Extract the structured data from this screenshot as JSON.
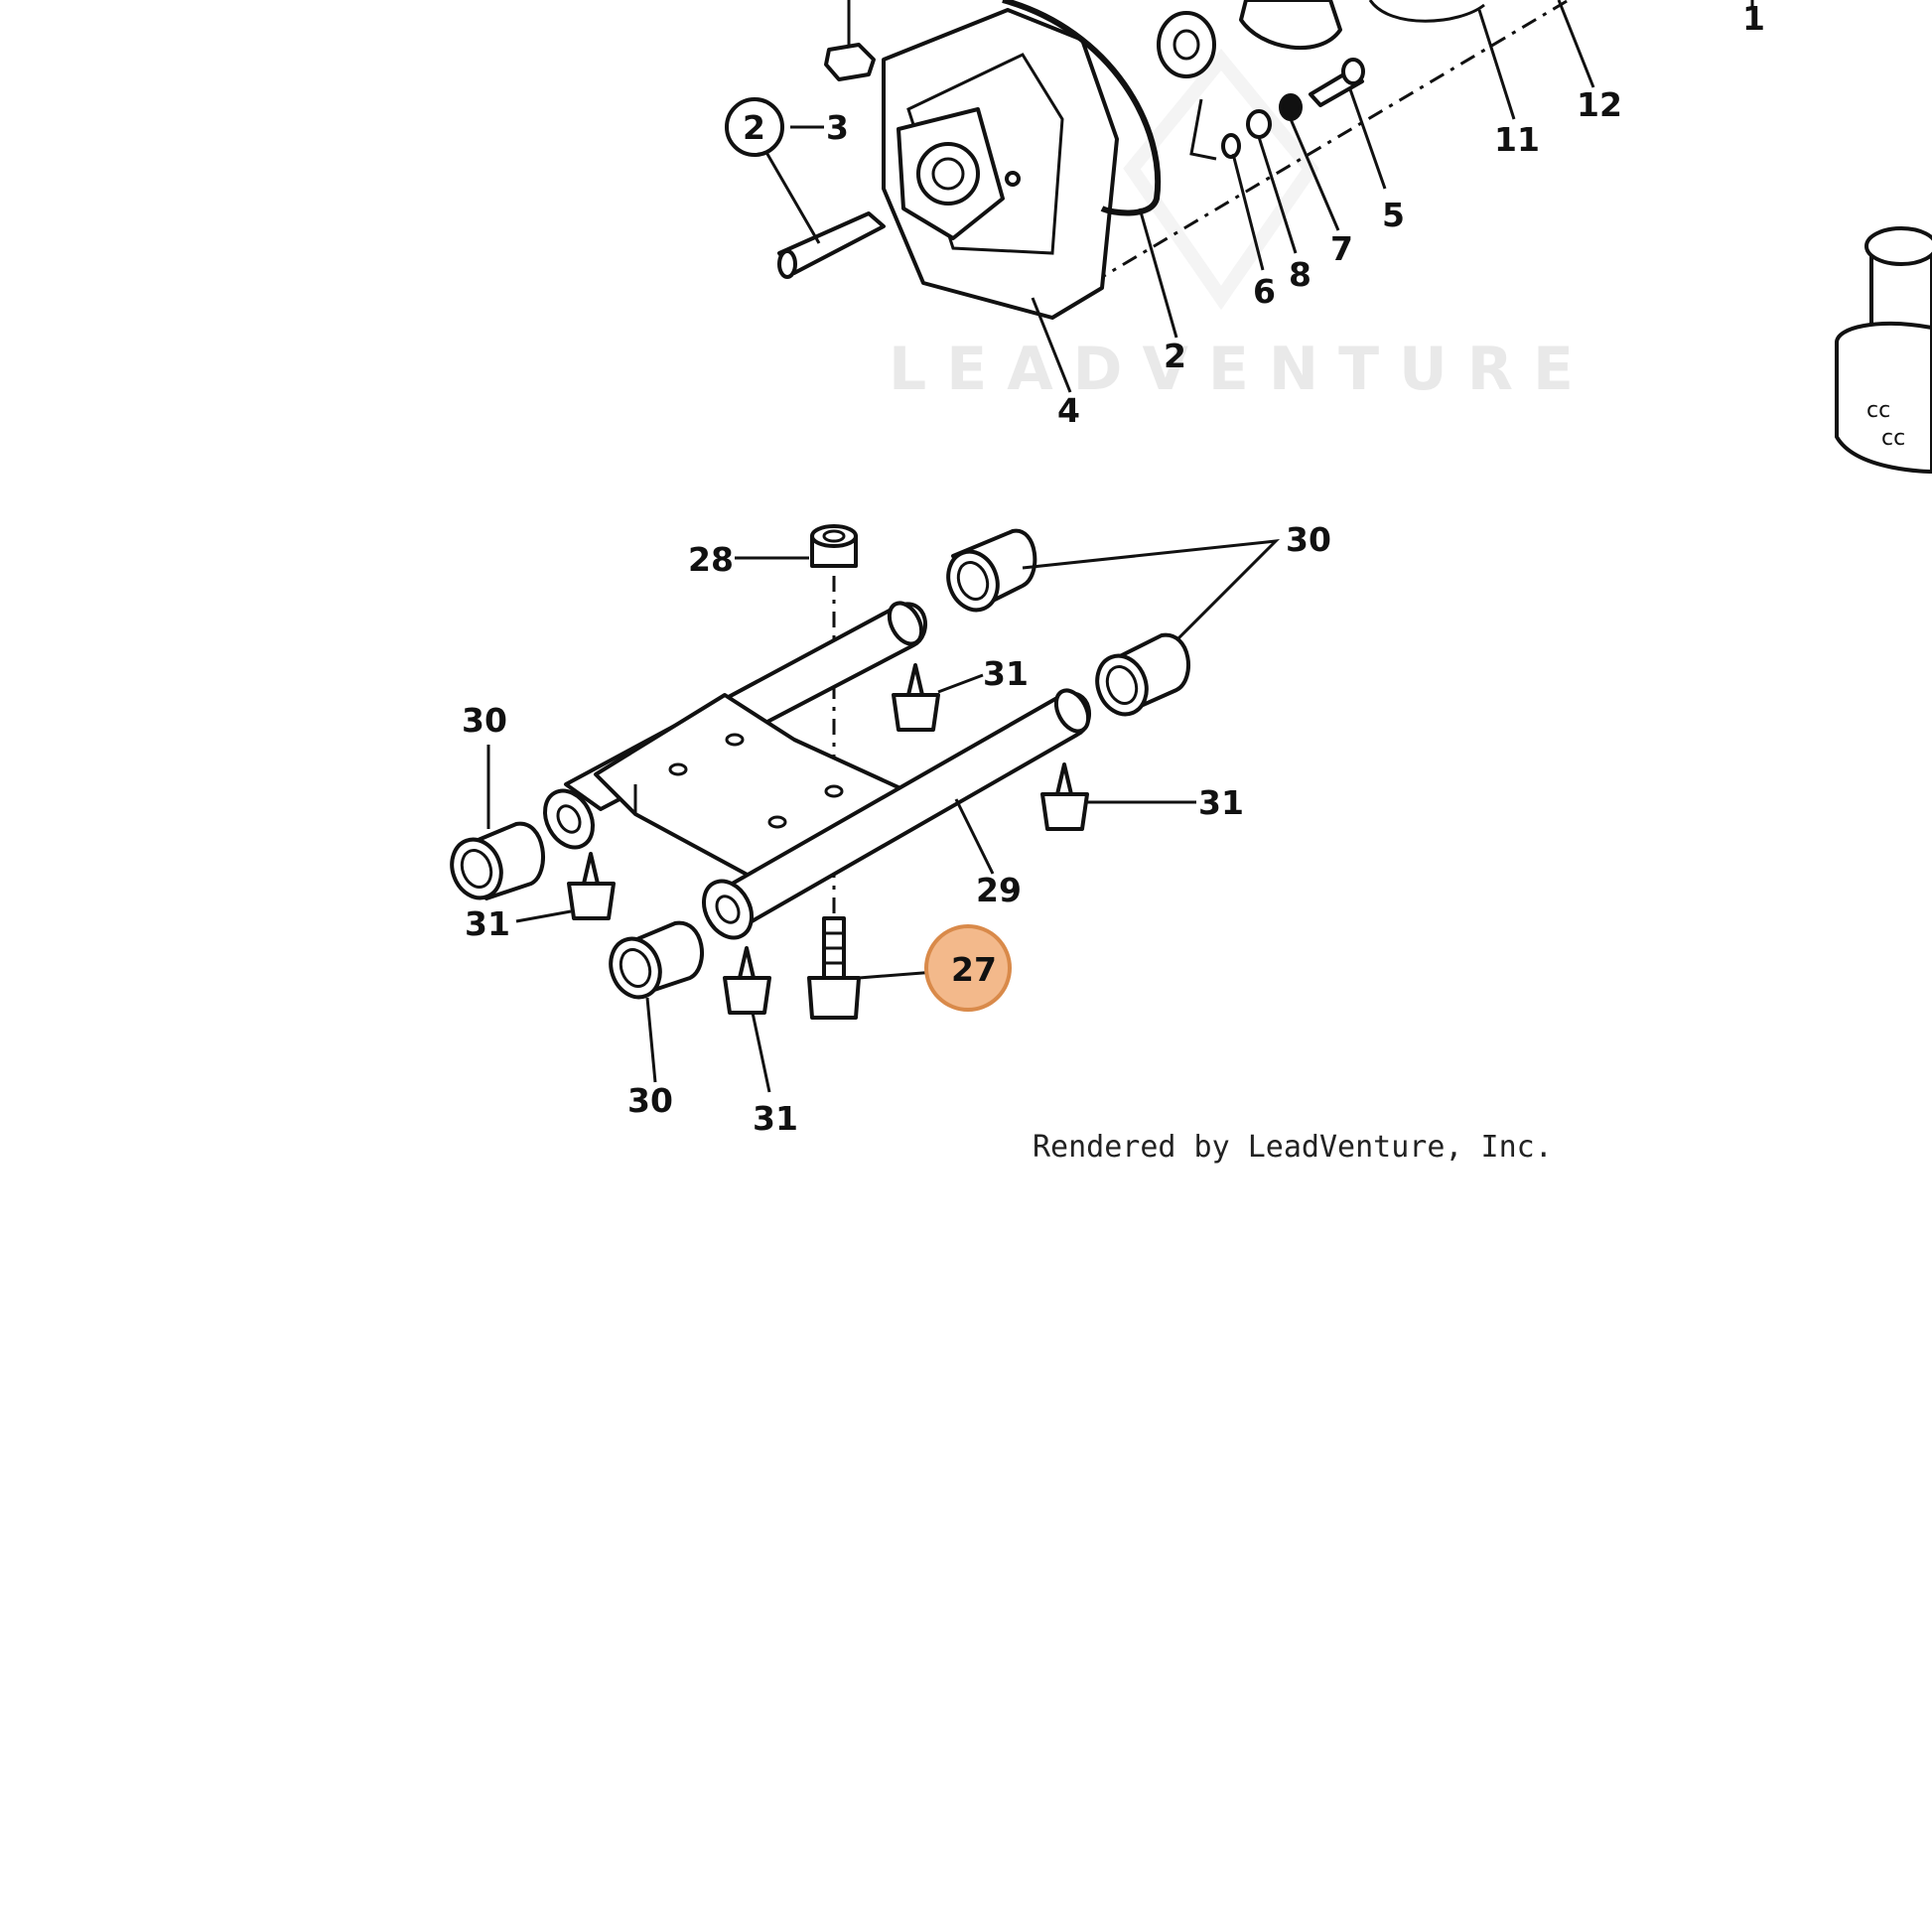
{
  "watermark": "LEADVENTURE",
  "credit": "Rendered by LeadVenture, Inc.",
  "highlight_color": "#f3b98b",
  "highlight_stroke": "#d98a4a",
  "callouts": {
    "p1": "1",
    "p2a": "2",
    "p2b": "2",
    "p3": "3",
    "p4": "4",
    "p5": "5",
    "p6": "6",
    "p7": "7",
    "p8": "8",
    "p11": "11",
    "p12": "12",
    "p27": "27",
    "p28": "28",
    "p29": "29",
    "p30a": "30",
    "p30b": "30",
    "p30c": "30",
    "p31a": "31",
    "p31b": "31",
    "p31c": "31",
    "p31d": "31"
  }
}
